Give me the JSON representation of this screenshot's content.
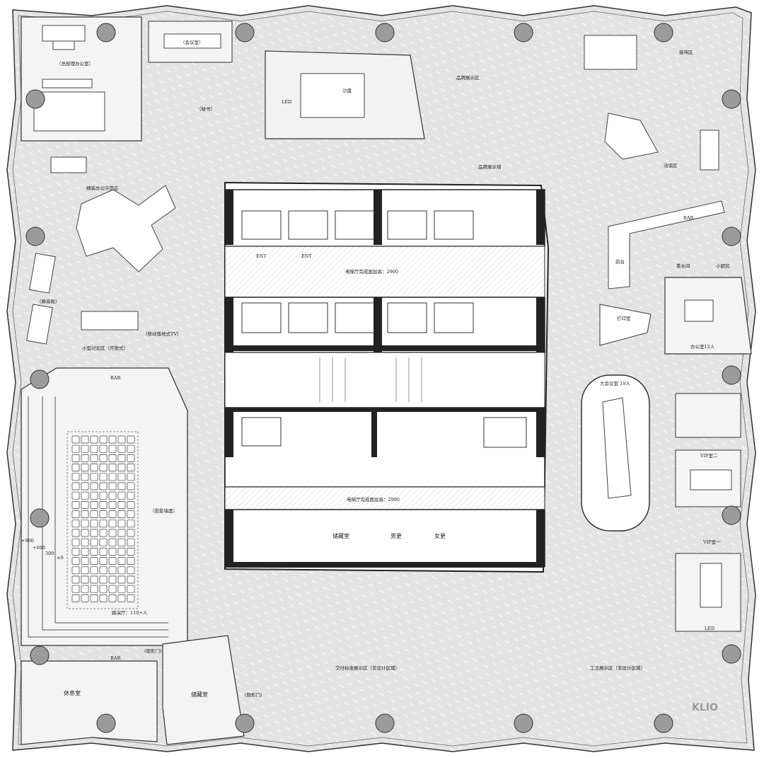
{
  "labels": {
    "gm_office": "（总经理办公室）",
    "meeting_room": "（会议室）",
    "secretary": "（秘书）",
    "led": "LED",
    "sand_table": "沙盘",
    "brand_zone": "品牌展示区",
    "reception_area": "接待区",
    "brand_wall": "品牌展示墙",
    "negotiation": "洽谈区",
    "fine_office": "精装办公示范区",
    "quiet_capsule": "（静音舱）",
    "mobile_tv": "（移动落地式TV）",
    "small_discussion": "小型讨论区（开放式）",
    "elevator_hall_1": "电梯厅完成面层高：2900",
    "elevator_hall_2": "电梯厅完成面层高：2900",
    "ent_1": "ENT",
    "ent_2": "ENT",
    "bar_top": "BAR",
    "front_desk": "前台",
    "tea_room": "茶水间",
    "small_kitchen": "小厨房",
    "print_room": "打印室",
    "office_12": "办公室12人",
    "big_meeting": "大会议室 19人",
    "vip_2": "VIP室二",
    "vip_1": "VIP室一",
    "theater_bar": "BAR",
    "projection_wall": "（投影墙面）",
    "theater": "路演厅：110+人",
    "level_900": "+900",
    "level_600": "+600",
    "level_300": "300",
    "level_0": "±0",
    "bar_bottom": "BAR",
    "hidden_door_1": "(隐形门)",
    "hidden_door_2": "(隐形门)",
    "lounge": "休息室",
    "storage_left": "储藏室",
    "storage_core": "储藏室",
    "mens_change": "男更",
    "womens_change": "女更",
    "delivery_zone": "交付标准展示区（非设计区域）",
    "craft_zone": "工法展示区（非设计区域）",
    "led_small": "LED",
    "watermark": "KLIO"
  },
  "colors": {
    "floor_hatch": "#e4e4e4",
    "wall": "#222222",
    "column": "#9b9b9b",
    "line": "#555555"
  }
}
